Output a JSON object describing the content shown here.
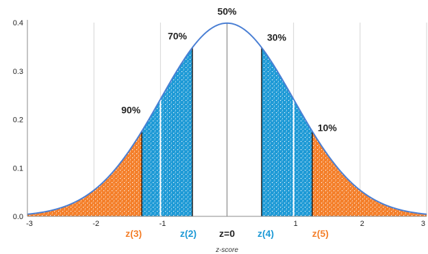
{
  "chart_data": {
    "type": "area",
    "title": "",
    "xlabel": "z-score",
    "ylabel": "",
    "xlim": [
      -3,
      3
    ],
    "ylim": [
      0,
      0.4
    ],
    "x_ticks": [
      "-3",
      "-2",
      "-1",
      "0",
      "1",
      "2",
      "3"
    ],
    "y_ticks": [
      "0.0",
      "0.1",
      "0.2",
      "0.3",
      "0.4"
    ],
    "grid": true,
    "curve": "standard normal density",
    "shaded_regions": [
      {
        "from": -3,
        "to": -1.28,
        "color": "#f47f2a"
      },
      {
        "from": -1.28,
        "to": -0.52,
        "color": "#1e9ad6"
      },
      {
        "from": 0.52,
        "to": 1.28,
        "color": "#1e9ad6"
      },
      {
        "from": 1.28,
        "to": 3,
        "color": "#f47f2a"
      }
    ],
    "annotations": [
      {
        "text": "90%",
        "x": -1.28
      },
      {
        "text": "70%",
        "x": -0.52
      },
      {
        "text": "50%",
        "x": 0
      },
      {
        "text": "30%",
        "x": 0.52
      },
      {
        "text": "10%",
        "x": 1.28
      }
    ],
    "z_markers": [
      {
        "text": "z(3)",
        "x": -1.28,
        "color": "#f47f2a"
      },
      {
        "text": "z(2)",
        "x": -0.52,
        "color": "#1e9ad6"
      },
      {
        "text": "z=0",
        "x": 0,
        "color": "#222222"
      },
      {
        "text": "z(4)",
        "x": 0.52,
        "color": "#1e9ad6"
      },
      {
        "text": "z(5)",
        "x": 1.28,
        "color": "#f47f2a"
      }
    ],
    "colors": {
      "curve": "#4a7fd4",
      "orange": "#f47f2a",
      "blue": "#1e9ad6",
      "grid": "#d4d4d4"
    }
  }
}
